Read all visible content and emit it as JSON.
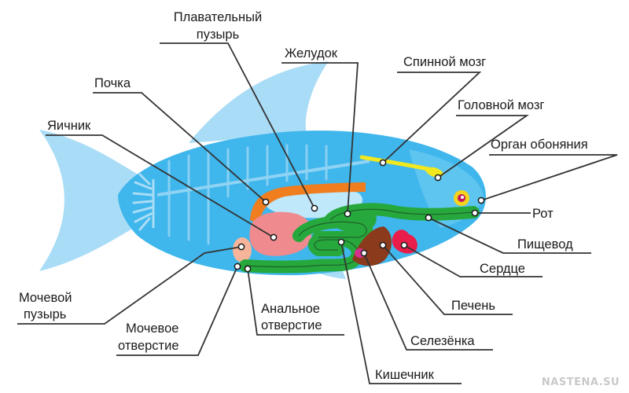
{
  "labels": {
    "swim_bladder": [
      "Плавательный",
      "пузырь"
    ],
    "stomach": "Желудок",
    "spinal_cord": "Спинной мозг",
    "brain": "Головной мозг",
    "kidney": "Почка",
    "ovary": "Яичник",
    "olfactory_organ": "Орган обоняния",
    "mouth": "Рот",
    "esophagus": "Пищевод",
    "heart": "Сердце",
    "liver": "Печень",
    "spleen": "Селезёнка",
    "intestine": "Кишечник",
    "anus": [
      "Анальное",
      "отверстие"
    ],
    "urinary_opening": [
      "Мочевое",
      "отверстие"
    ],
    "urinary_bladder": [
      "Мочевой",
      "пузырь"
    ]
  },
  "watermark": "NASTENA.SU",
  "colors": {
    "body": "#3fb6ec",
    "fin": "#a9dcf6",
    "outline_line": "#333333",
    "intestine": "#26a83c",
    "kidney": "#f07d1e",
    "ovary": "#ef8a8f",
    "heart": "#e81d4a",
    "liver": "#8b3a1c",
    "spleen": "#d6308f",
    "spinal_cord": "#f2e81e",
    "eye": "#f5d21b"
  }
}
